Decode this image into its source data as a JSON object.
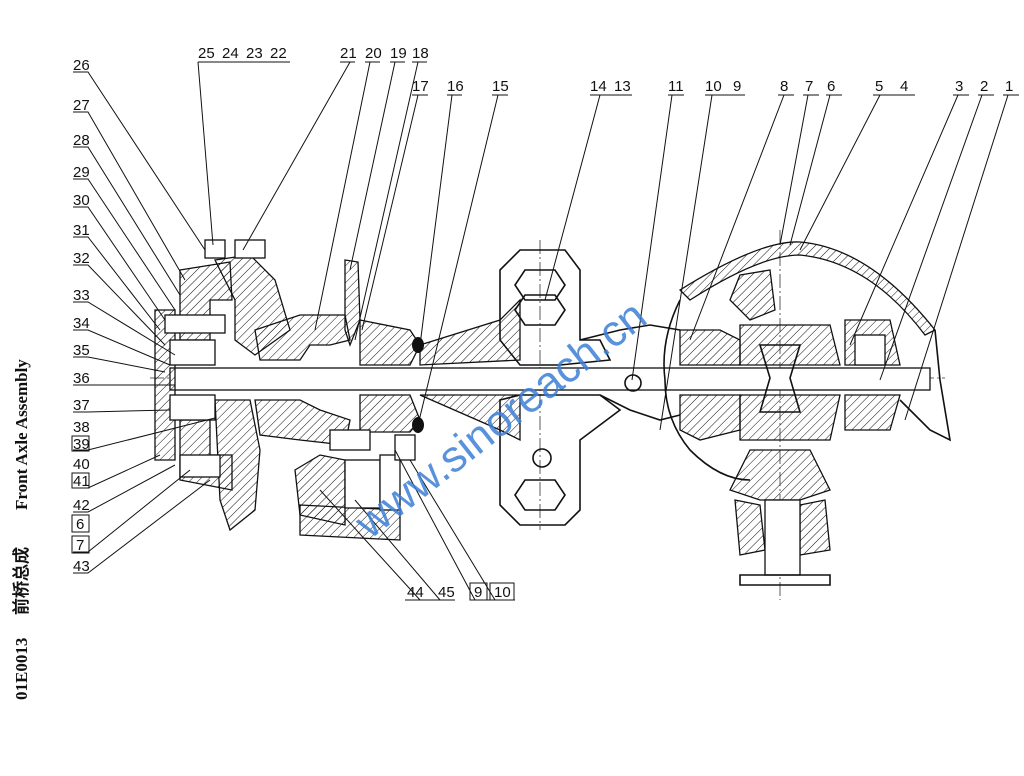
{
  "title": {
    "code": "01E0013",
    "chinese": "前桥总成",
    "english": "Front Axle Assembly"
  },
  "watermark": "www.sinoreach.cn",
  "colors": {
    "watermark": "#3d7fd6",
    "line": "#111111"
  },
  "labels": {
    "top": [
      "25",
      "24",
      "23",
      "22",
      "21",
      "20",
      "19",
      "18",
      "17",
      "16",
      "15",
      "14",
      "13",
      "11",
      "10",
      "9",
      "8",
      "7",
      "6",
      "5",
      "4",
      "3",
      "2",
      "1"
    ],
    "left": [
      "26",
      "27",
      "28",
      "29",
      "30",
      "31",
      "32",
      "33",
      "34",
      "35",
      "36",
      "37",
      "38",
      "39",
      "40",
      "41",
      "42",
      "6",
      "7",
      "43"
    ],
    "bottom": [
      "44",
      "45",
      "9",
      "10"
    ]
  }
}
